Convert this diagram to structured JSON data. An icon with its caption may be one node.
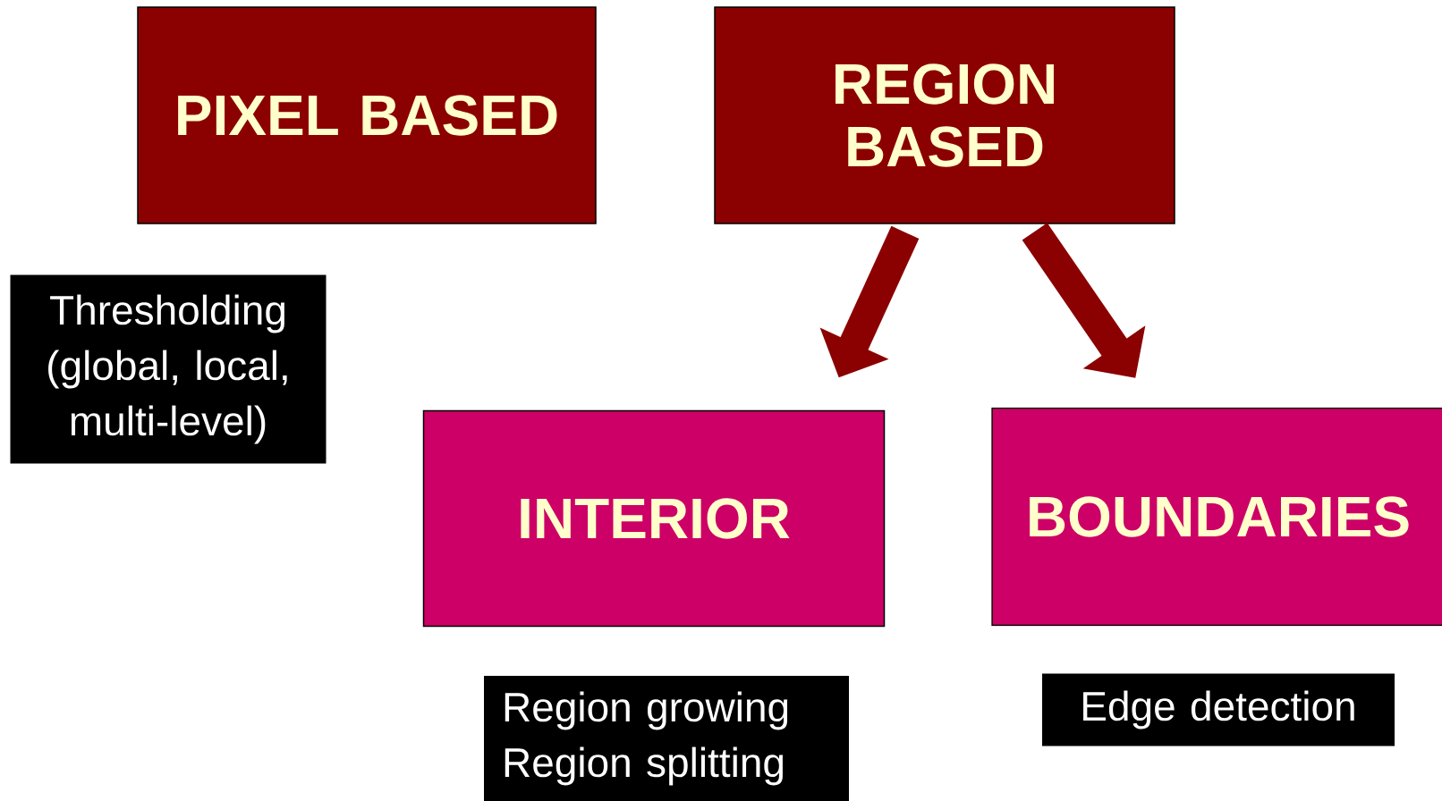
{
  "diagram": {
    "nodes": [
      {
        "text": [
          "PIXEL BASED"
        ]
      },
      {
        "text": [
          "REGION BASED"
        ]
      },
      {
        "text": [
          "Thresholding (global, local, multi-level)"
        ]
      },
      {
        "text": [
          "INTERIOR"
        ]
      },
      {
        "text": [
          "BOUNDARIES"
        ]
      },
      {
        "text": [
          "Region growing",
          "Region splitting"
        ]
      },
      {
        "text": [
          "Edge detection"
        ]
      }
    ],
    "edges": [
      {
        "from": 1,
        "to": 3,
        "arrow": "to"
      },
      {
        "from": 1,
        "to": 4,
        "arrow": "to"
      }
    ]
  }
}
